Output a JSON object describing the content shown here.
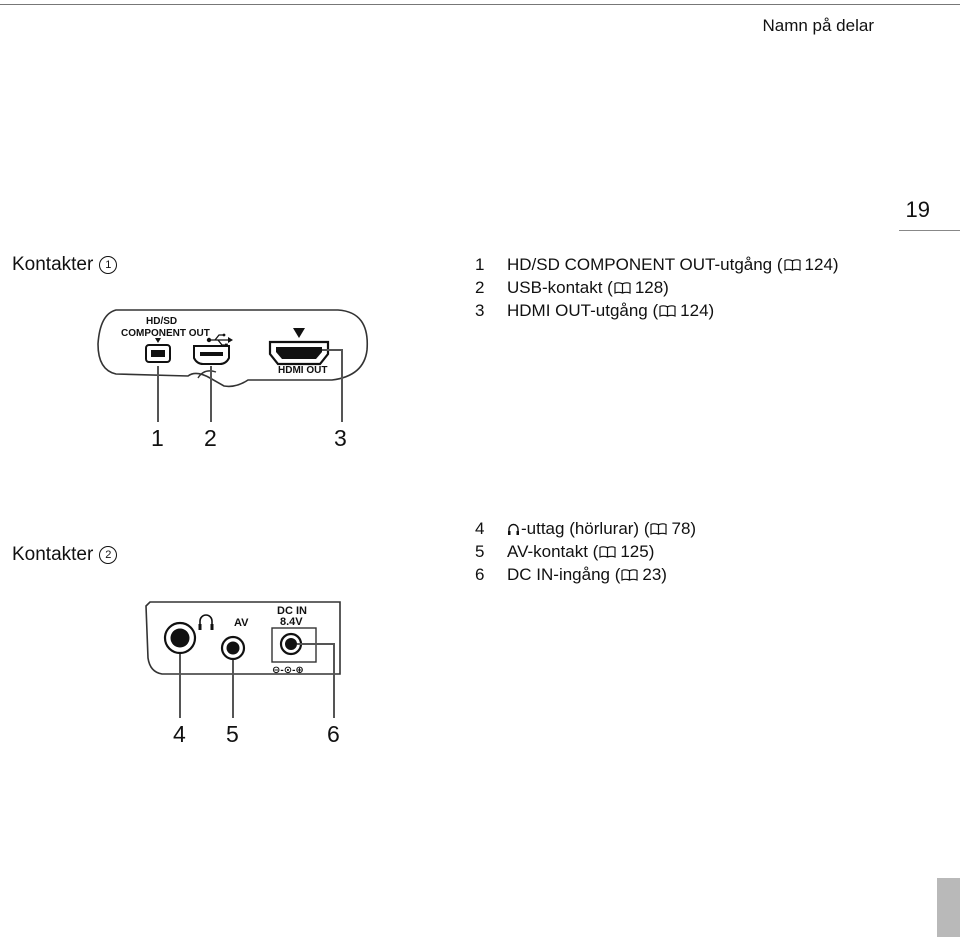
{
  "header": {
    "section_title": "Namn på delar",
    "page_number": "19"
  },
  "section1": {
    "heading": "Kontakter",
    "circle": "1",
    "items": [
      {
        "num": "1",
        "before": "HD/SD COMPONENT OUT-utgång (",
        "page": "124)"
      },
      {
        "num": "2",
        "before": "USB-kontakt (",
        "page": "128)"
      },
      {
        "num": "3",
        "before": "HDMI OUT-utgång (",
        "page": "124)"
      }
    ],
    "diagram": {
      "label_hdsd": "HD/SD",
      "label_component": "COMPONENT OUT",
      "label_hdmi": "HDMI OUT",
      "callouts": [
        "1",
        "2",
        "3"
      ]
    }
  },
  "section2": {
    "heading": "Kontakter",
    "circle": "2",
    "items": [
      {
        "num": "4",
        "before": "",
        "after_icon": "-uttag (hörlurar) (",
        "page": "78)",
        "icon": "headphones-icon"
      },
      {
        "num": "5",
        "before": "AV-kontakt (",
        "page": "125)"
      },
      {
        "num": "6",
        "before": "DC IN-ingång (",
        "page": "23)"
      }
    ],
    "diagram": {
      "label_av": "AV",
      "label_dcin": "DC IN",
      "label_voltage": "8.4V",
      "polarity": "⊖-⊙-⊕",
      "callouts": [
        "4",
        "5",
        "6"
      ]
    }
  }
}
